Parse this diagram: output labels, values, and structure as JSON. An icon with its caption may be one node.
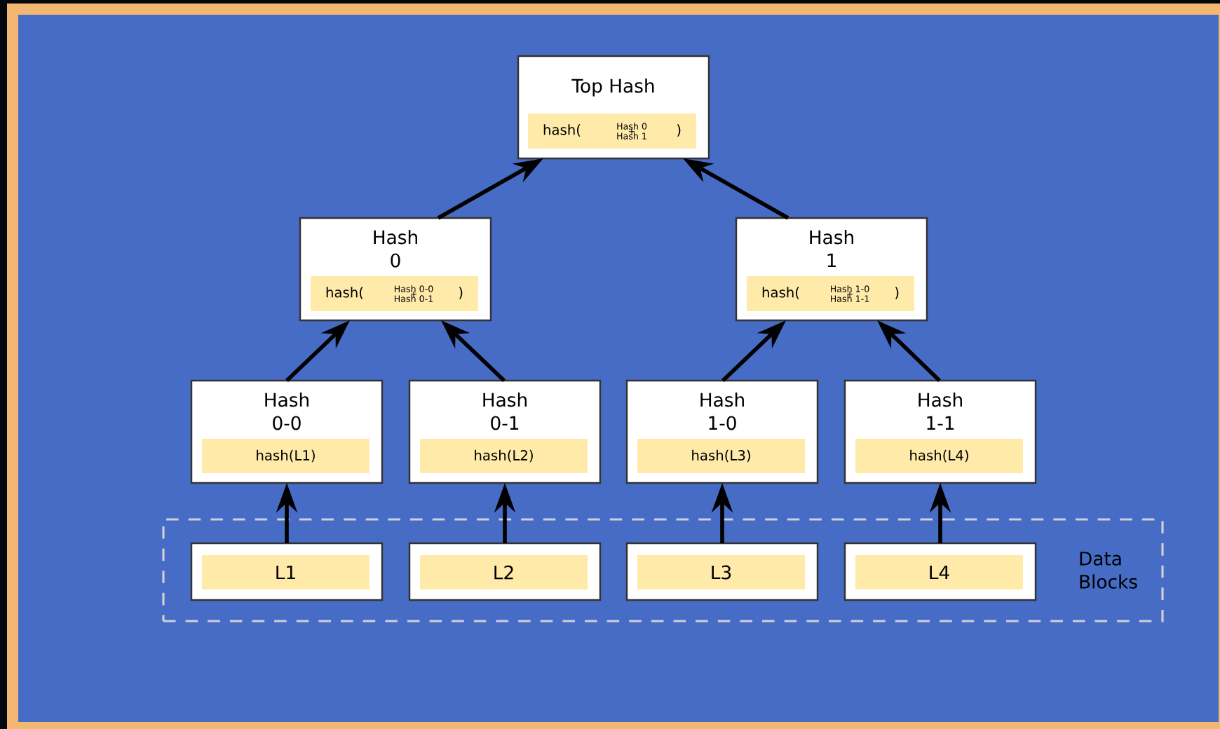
{
  "diagram": {
    "nodes": [
      {
        "text": [
          "Top Hash"
        ]
      },
      {
        "text": [
          "hash(",
          "Hash 0",
          "+",
          "Hash 1",
          ")"
        ],
        "in": 0
      },
      {
        "text": [
          "Hash 0"
        ]
      },
      {
        "text": [
          "hash(",
          "Hash 0-0",
          "+",
          "Hash 0-1",
          ")"
        ],
        "in": 2
      },
      {
        "text": [
          "Hash 1"
        ]
      },
      {
        "text": [
          "hash(",
          "Hash 1-0",
          "+",
          "Hash 1-1",
          ")"
        ],
        "in": 4
      },
      {
        "text": [
          "Hash 0-0"
        ]
      },
      {
        "text": [
          "hash(L1)"
        ],
        "in": 6
      },
      {
        "text": [
          "Hash 0-1"
        ]
      },
      {
        "text": [
          "hash(L2)"
        ],
        "in": 8
      },
      {
        "text": [
          "Hash 1-0"
        ]
      },
      {
        "text": [
          "hash(L3)"
        ],
        "in": 10
      },
      {
        "text": [
          "Hash 1-1"
        ]
      },
      {
        "text": [
          "hash(L4)"
        ],
        "in": 12
      },
      {
        "text": [
          "Data Blocks"
        ]
      },
      {
        "text": [],
        "shape": "box",
        "in": 14
      },
      {
        "text": [
          "L1"
        ],
        "in": 15
      },
      {
        "text": [],
        "shape": "box",
        "in": 14
      },
      {
        "text": [
          "L2"
        ],
        "in": 17
      },
      {
        "text": [],
        "shape": "box",
        "in": 14
      },
      {
        "text": [
          "L3"
        ],
        "in": 19
      },
      {
        "text": [],
        "shape": "box",
        "in": 14
      },
      {
        "text": [
          "L4"
        ],
        "in": 21
      }
    ],
    "edges": [
      {
        "from": 2,
        "to": 0,
        "arrow": "to"
      },
      {
        "from": 4,
        "to": 0,
        "arrow": "to"
      },
      {
        "from": 6,
        "to": 2,
        "arrow": "to"
      },
      {
        "from": 8,
        "to": 2,
        "arrow": "to"
      },
      {
        "from": 10,
        "to": 4,
        "arrow": "to"
      },
      {
        "from": 12,
        "to": 4,
        "arrow": "to"
      },
      {
        "from": 15,
        "to": 6,
        "arrow": "to"
      },
      {
        "from": 17,
        "to": 8,
        "arrow": "to"
      },
      {
        "from": 19,
        "to": 10,
        "arrow": "to"
      },
      {
        "from": 21,
        "to": 12,
        "arrow": "to"
      }
    ]
  }
}
